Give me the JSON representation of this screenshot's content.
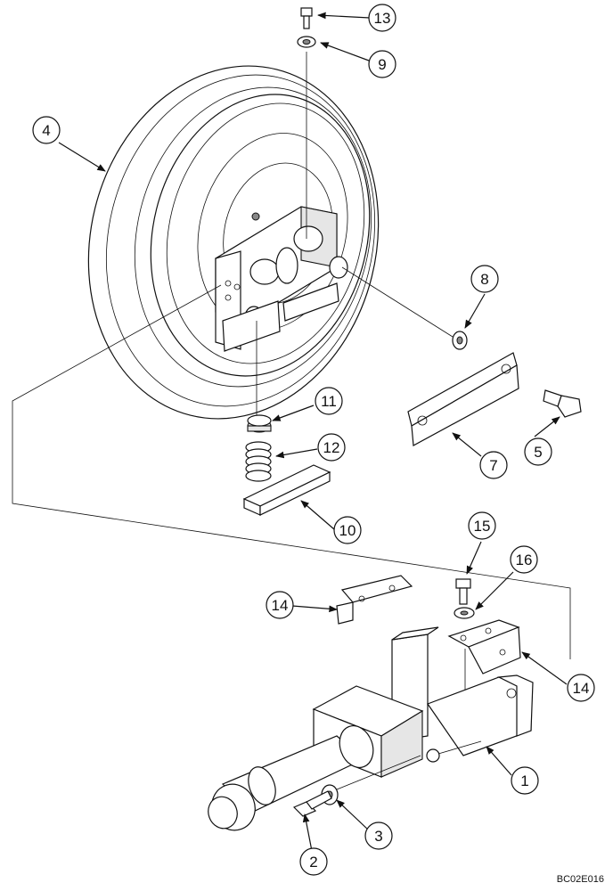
{
  "diagram": {
    "callouts": [
      {
        "id": "c1",
        "text": "1"
      },
      {
        "id": "c2",
        "text": "2"
      },
      {
        "id": "c3",
        "text": "3"
      },
      {
        "id": "c4",
        "text": "4"
      },
      {
        "id": "c5",
        "text": "5"
      },
      {
        "id": "c7",
        "text": "7"
      },
      {
        "id": "c8",
        "text": "8"
      },
      {
        "id": "c9",
        "text": "9"
      },
      {
        "id": "c10",
        "text": "10"
      },
      {
        "id": "c11",
        "text": "11"
      },
      {
        "id": "c12",
        "text": "12"
      },
      {
        "id": "c13",
        "text": "13"
      },
      {
        "id": "c14a",
        "text": "14"
      },
      {
        "id": "c14b",
        "text": "14"
      },
      {
        "id": "c15",
        "text": "15"
      },
      {
        "id": "c16",
        "text": "16"
      }
    ],
    "drawing_code": "BC02E016"
  }
}
